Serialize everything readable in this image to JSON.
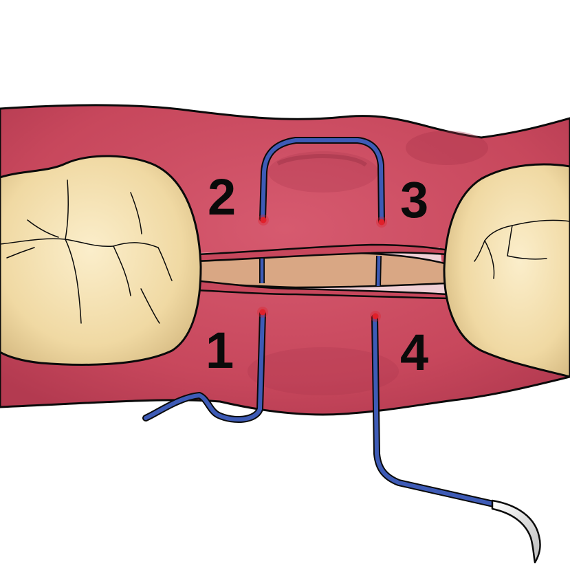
{
  "stitch_points": [
    {
      "label": "1"
    },
    {
      "label": "2"
    },
    {
      "label": "3"
    },
    {
      "label": "4"
    }
  ],
  "colors": {
    "gum": "#c7475c",
    "gum_dark": "#a8334a",
    "tooth": "#f3dfab",
    "tooth_shade": "#dcc087",
    "bone": "#d9a784",
    "suture": "#3e5bb6",
    "needle": "#d9d9d9",
    "entry_point": "#e0202a",
    "outline": "#0a0a0a"
  },
  "icons": [
    "suture-thread-icon",
    "needle-icon"
  ]
}
